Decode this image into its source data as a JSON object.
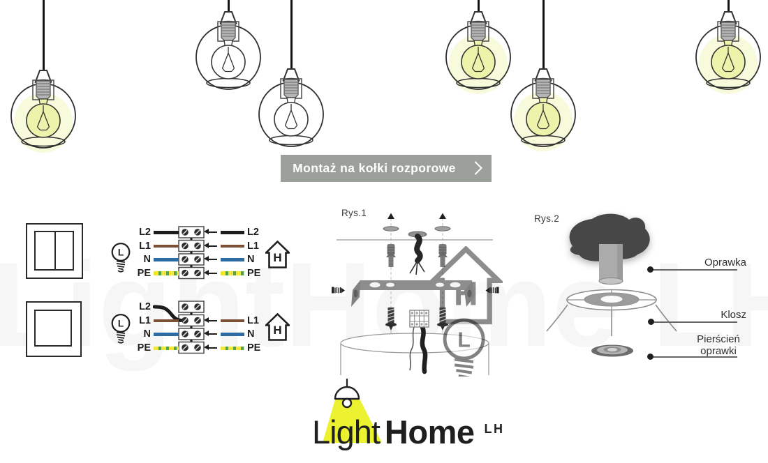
{
  "watermark": "LightHome LH",
  "banner": {
    "label": "Montaż na kołki rozporowe"
  },
  "figures": {
    "fig1": "Rys.1",
    "fig2": "Rys.2"
  },
  "wiring": {
    "bulb_icon_label": "L",
    "house_icon_label": "H",
    "top_block": {
      "rows": [
        {
          "left": "L2",
          "right": "L2",
          "wire_color_name": "black"
        },
        {
          "left": "L1",
          "right": "L1",
          "wire_color_name": "brown"
        },
        {
          "left": "N",
          "right": "N",
          "wire_color_name": "blue"
        },
        {
          "left": "PE",
          "right": "PE",
          "wire_color_name": "yellow-green"
        }
      ]
    },
    "bottom_block": {
      "rows": [
        {
          "left": "L2",
          "right": "",
          "wire_color_name": "black"
        },
        {
          "left": "L1",
          "right": "L1",
          "wire_color_name": "brown"
        },
        {
          "left": "N",
          "right": "N",
          "wire_color_name": "blue"
        },
        {
          "left": "PE",
          "right": "PE",
          "wire_color_name": "yellow-green"
        }
      ]
    }
  },
  "fig2_labels": {
    "oprawka": "Oprawka",
    "klosz": "Klosz",
    "pierscien_1": "Pierścień",
    "pierscien_2": "oprawki"
  },
  "logo": {
    "part1": "Light",
    "part2": "Home",
    "suffix": "LH"
  },
  "colors": {
    "ink": "#1d1d1d",
    "wire_black": "#1c1c1c",
    "wire_brown": "#7d4f35",
    "wire_blue": "#2d6ca3",
    "pe_yellow": "#f2e636",
    "pe_green": "#55a24e",
    "banner_bg": "#9ba09a",
    "banner_text": "#ffffff",
    "gray_mid": "#8d8d8d",
    "gray_dark": "#474747",
    "logo_yellow": "#ecf230",
    "glow_core": "#eef3ab",
    "glow_halo": "#f8fadc"
  }
}
